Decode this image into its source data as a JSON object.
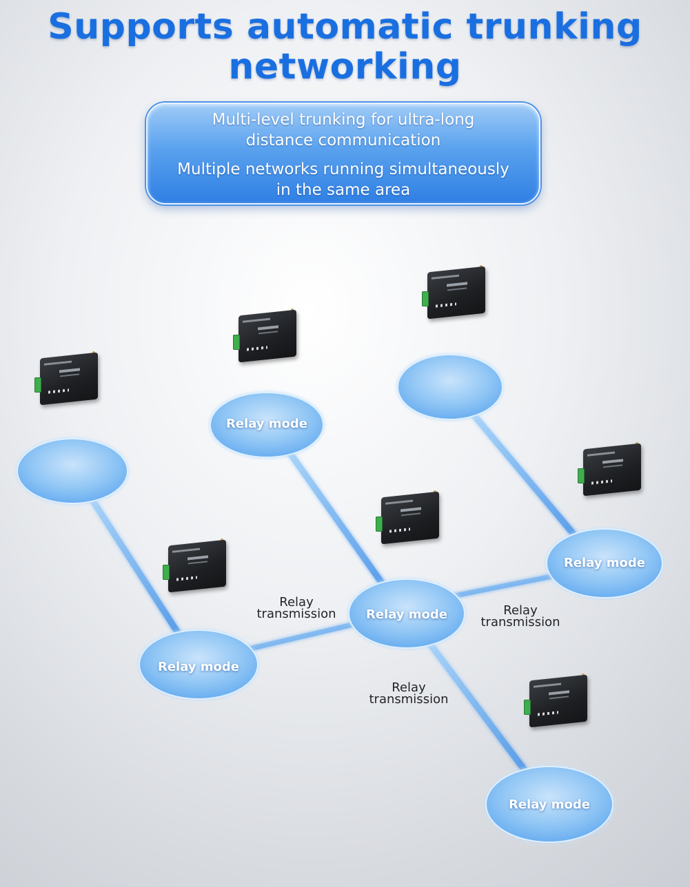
{
  "header": {
    "title_line1": "Supports automatic trunking",
    "title_line2": "networking"
  },
  "info_box": {
    "line1_a": "Multi-level trunking for ultra-long",
    "line1_b": "distance communication",
    "line2_a": "Multiple networks running simultaneously",
    "line2_b": "in the same area"
  },
  "diagram": {
    "nodes": [
      {
        "id": "left",
        "label": ""
      },
      {
        "id": "top-center",
        "label": "Relay mode"
      },
      {
        "id": "top-right",
        "label": ""
      },
      {
        "id": "bottom-left",
        "label": "Relay mode"
      },
      {
        "id": "center",
        "label": "Relay mode"
      },
      {
        "id": "right",
        "label": "Relay mode"
      },
      {
        "id": "bottom-right",
        "label": "Relay mode"
      }
    ],
    "link_labels": [
      {
        "line1": "Relay",
        "line2": "transmission"
      },
      {
        "line1": "Relay",
        "line2": "transmission"
      },
      {
        "line1": "Relay",
        "line2": "transmission"
      }
    ]
  },
  "colors": {
    "title": "#1a6fe0",
    "node_fill": "#8ec4f4",
    "link": "#5aa6ef"
  }
}
